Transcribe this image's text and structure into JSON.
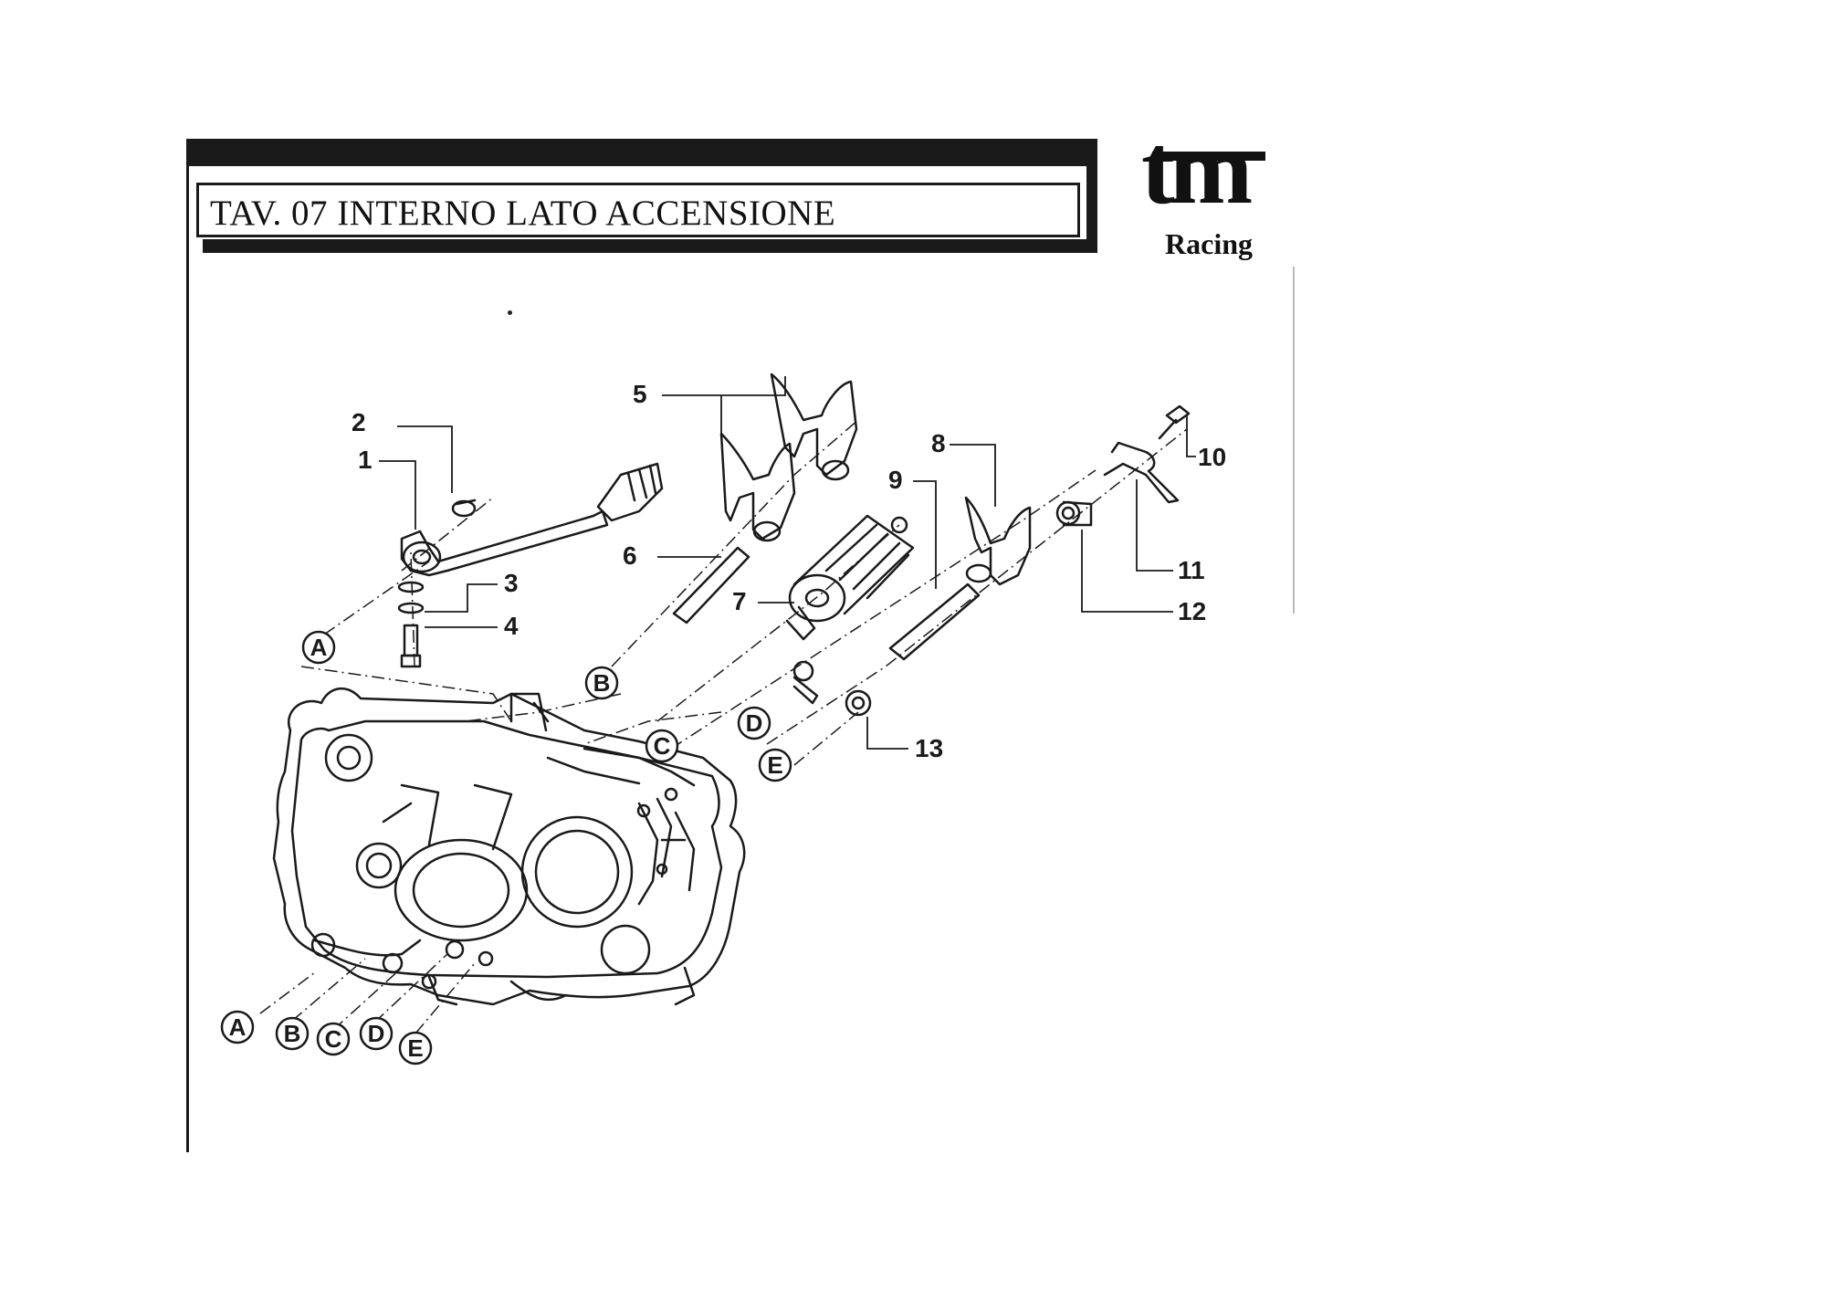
{
  "header": {
    "title": "TAV. 07 INTERNO LATO ACCENSIONE"
  },
  "logo": {
    "brand": "tm",
    "sub": "Racing"
  },
  "parts": [
    {
      "id": "1",
      "label": "1"
    },
    {
      "id": "2",
      "label": "2"
    },
    {
      "id": "3",
      "label": "3"
    },
    {
      "id": "4",
      "label": "4"
    },
    {
      "id": "5",
      "label": "5"
    },
    {
      "id": "6",
      "label": "6"
    },
    {
      "id": "7",
      "label": "7"
    },
    {
      "id": "8",
      "label": "8"
    },
    {
      "id": "9",
      "label": "9"
    },
    {
      "id": "10",
      "label": "10"
    },
    {
      "id": "11",
      "label": "11"
    },
    {
      "id": "12",
      "label": "12"
    },
    {
      "id": "13",
      "label": "13"
    }
  ],
  "refs_top": [
    "A",
    "B",
    "C",
    "D",
    "E"
  ],
  "refs_bottom": [
    "A",
    "B",
    "C",
    "D",
    "E"
  ]
}
